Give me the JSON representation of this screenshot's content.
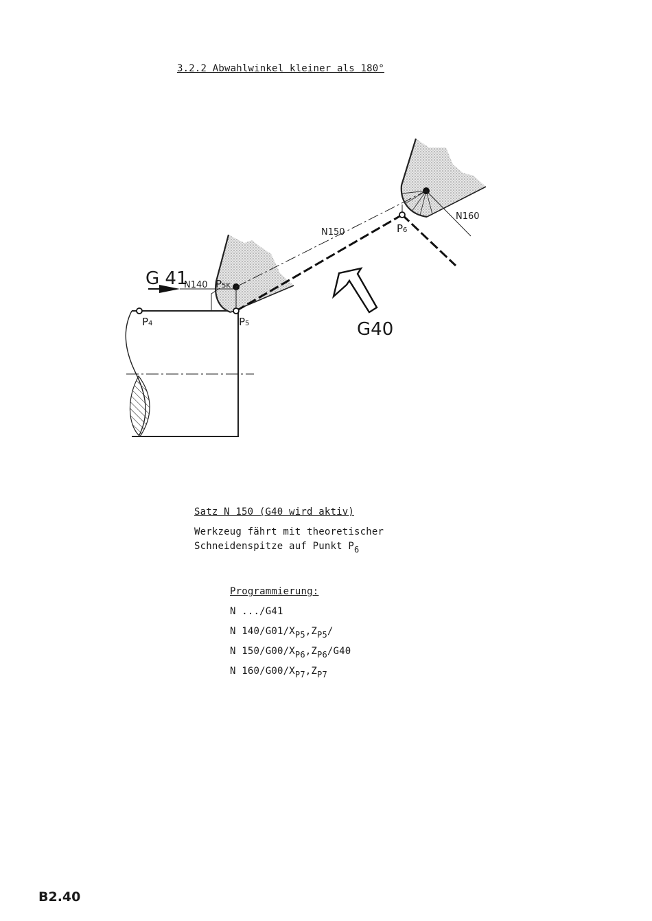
{
  "heading": "3.2.2 Abwahlwinkel kleiner als 180°",
  "figure": {
    "g41": "G 41",
    "g40": "G40",
    "n140": "N140",
    "n150": "N150",
    "n160": "N160",
    "p4": "P",
    "p4_sub": "4",
    "p5": "P",
    "p5_sub": "5",
    "p5k": "P",
    "p5k_sub": "5K",
    "p6": "P",
    "p6_sub": "6"
  },
  "description": {
    "title": "Satz N 150 (G40 wird aktiv)",
    "line1": "Werkzeug fährt mit theoretischer",
    "line2": "Schneidenspitze auf Punkt P",
    "line2_sub": "6"
  },
  "programming": {
    "title": "Programmierung:",
    "l1": "N .../G41",
    "l2a": "N 140/G01/X",
    "l2s1": "P5",
    "l2b": ",Z",
    "l2s2": "P5",
    "l2c": "/",
    "l3a": "N 150/G00/X",
    "l3s1": "P6",
    "l3b": ",Z",
    "l3s2": "P6",
    "l3c": "/G40",
    "l4a": "N 160/G00/X",
    "l4s1": "P7",
    "l4b": ",Z",
    "l4s2": "P7"
  },
  "page_number": "B2.40"
}
